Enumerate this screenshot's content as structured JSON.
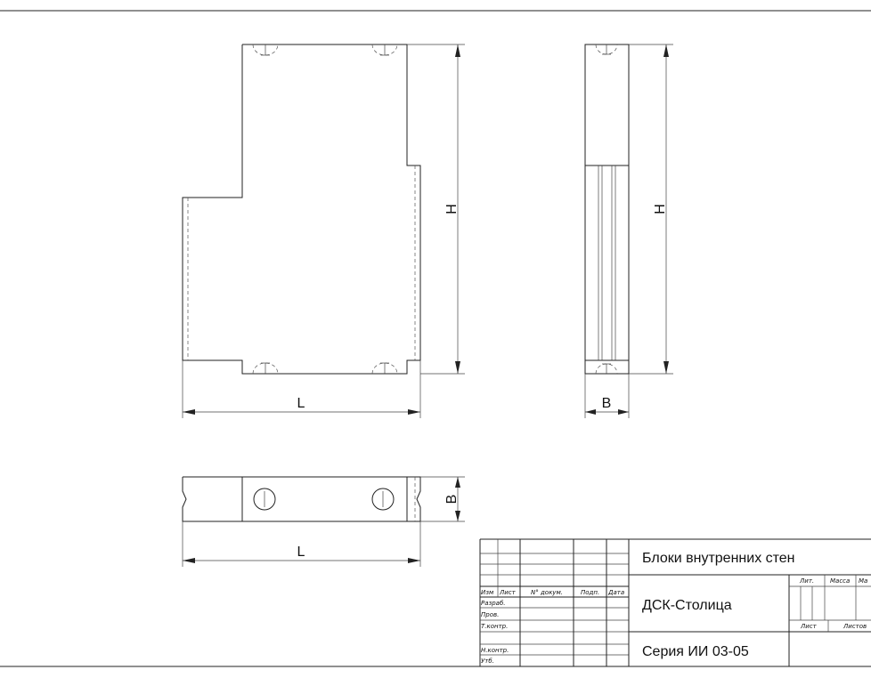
{
  "dimensions": {
    "front_length": "L",
    "front_height": "H",
    "side_width": "B",
    "side_height": "H",
    "plan_length": "L",
    "plan_width": "B"
  },
  "title_block": {
    "column_headers": [
      "Изм",
      "Лист",
      "N° докум.",
      "Подп.",
      "Дата"
    ],
    "row_labels": [
      "Разраб.",
      "Пров.",
      "Т.контр.",
      "Н.контр.",
      "Утб."
    ],
    "title": "Блоки внутренних стен",
    "company": "ДСК-Столица",
    "series": "Серия ИИ 03-05",
    "lit_label": "Лит.",
    "mass_label": "Масса",
    "scale_label": "Ма",
    "sheet_label": "Лист",
    "sheets_label": "Листов"
  }
}
